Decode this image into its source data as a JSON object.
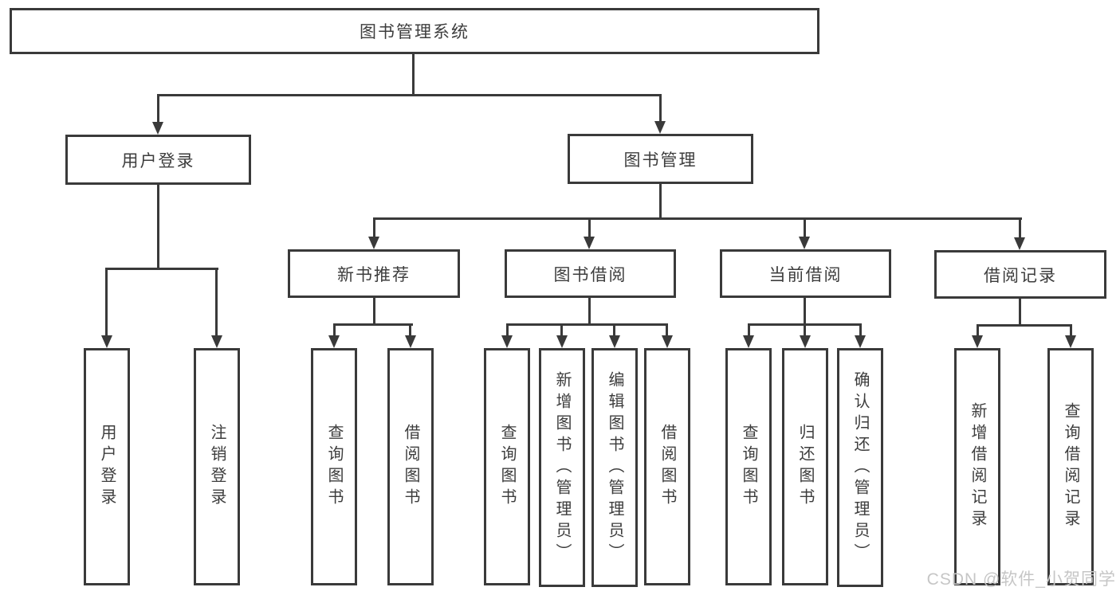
{
  "watermark": "CSDN @软件_小贺同学",
  "colors": {
    "background": "#ffffff",
    "line": "#3a3a3a",
    "box_border": "#3a3a3a",
    "text": "#3d3d3d",
    "watermark": "#c6c6c6"
  },
  "nodes": {
    "root": {
      "label": "图书管理系统"
    },
    "user_login": {
      "label": "用户登录"
    },
    "book_mgmt": {
      "label": "图书管理"
    },
    "new_book_rec": {
      "label": "新书推荐"
    },
    "book_borrow": {
      "label": "图书借阅"
    },
    "current_borrow": {
      "label": "当前借阅"
    },
    "borrow_record": {
      "label": "借阅记录"
    },
    "leaf_user_login": {
      "label": "用户登录"
    },
    "leaf_logout": {
      "label": "注销登录"
    },
    "leaf_query_book_1": {
      "label": "查询图书"
    },
    "leaf_borrow_book_1": {
      "label": "借阅图书"
    },
    "leaf_query_book_2": {
      "label": "查询图书"
    },
    "leaf_add_book": {
      "label": "新增图书（管理员）"
    },
    "leaf_edit_book": {
      "label": "编辑图书（管理员）"
    },
    "leaf_borrow_book_2": {
      "label": "借阅图书"
    },
    "leaf_query_book_3": {
      "label": "查询图书"
    },
    "leaf_return_book": {
      "label": "归还图书"
    },
    "leaf_confirm_return": {
      "label": "确认归还（管理员）"
    },
    "leaf_add_record": {
      "label": "新增借阅记录"
    },
    "leaf_query_record": {
      "label": "查询借阅记录"
    }
  },
  "hierarchy": {
    "label": "图书管理系统",
    "children": [
      {
        "label": "用户登录",
        "children": [
          {
            "label": "用户登录"
          },
          {
            "label": "注销登录"
          }
        ]
      },
      {
        "label": "图书管理",
        "children": [
          {
            "label": "新书推荐",
            "children": [
              {
                "label": "查询图书"
              },
              {
                "label": "借阅图书"
              }
            ]
          },
          {
            "label": "图书借阅",
            "children": [
              {
                "label": "查询图书"
              },
              {
                "label": "新增图书（管理员）"
              },
              {
                "label": "编辑图书（管理员）"
              },
              {
                "label": "借阅图书"
              }
            ]
          },
          {
            "label": "当前借阅",
            "children": [
              {
                "label": "查询图书"
              },
              {
                "label": "归还图书"
              },
              {
                "label": "确认归还（管理员）"
              }
            ]
          },
          {
            "label": "借阅记录",
            "children": [
              {
                "label": "新增借阅记录"
              },
              {
                "label": "查询借阅记录"
              }
            ]
          }
        ]
      }
    ]
  }
}
